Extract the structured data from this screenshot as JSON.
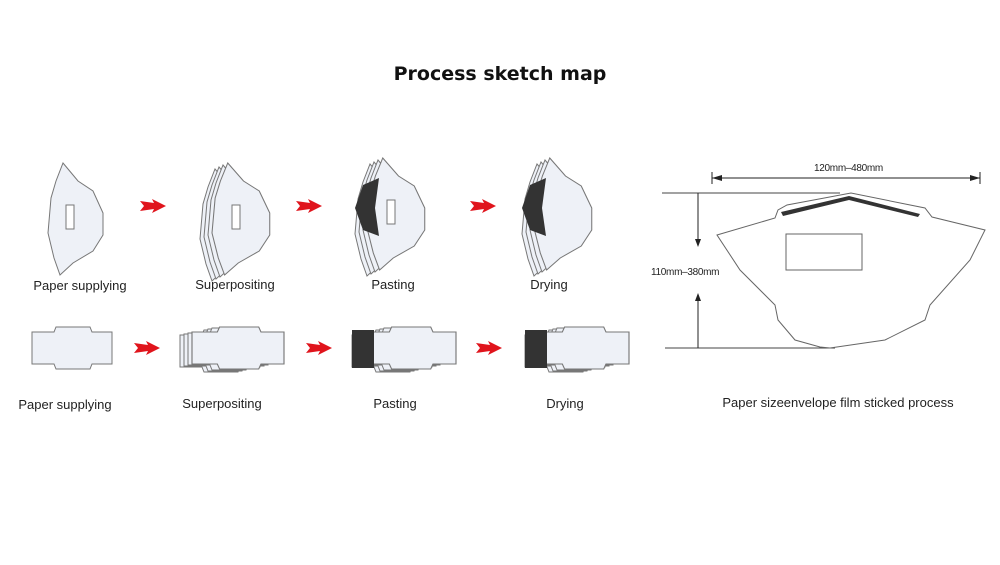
{
  "title": "Process sketch map",
  "row1": {
    "steps": [
      "Paper supplying",
      "Superpositing",
      "Pasting",
      "Drying"
    ]
  },
  "row2": {
    "steps": [
      "Paper supplying",
      "Superpositing",
      "Pasting",
      "Drying"
    ]
  },
  "envelope": {
    "width_label": "120mm–480mm",
    "height_label": "110mm–380mm",
    "caption": "Paper sizeenvelope film sticked process"
  },
  "colors": {
    "arrow": "#e0141c",
    "glue": "#333333",
    "sheet": "#eef1f7"
  }
}
